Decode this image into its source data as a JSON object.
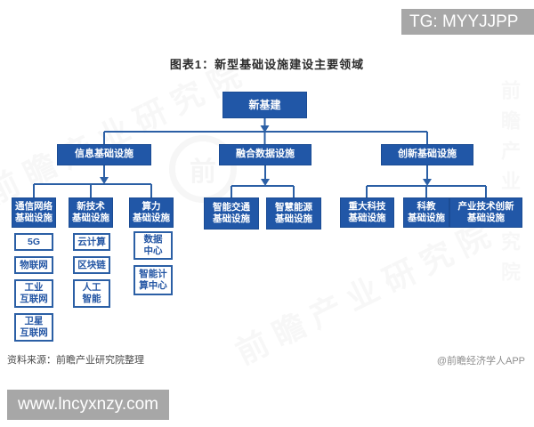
{
  "badge_top": {
    "text": "TG: MYYJJPP"
  },
  "badge_bottom": {
    "text": "www.lncyxnzy.com"
  },
  "title": "图表1：新型基础设施建设主要领域",
  "colors": {
    "node_blue": "#2157a7",
    "line_blue": "#2b5fa5",
    "leaf_border_blue": "#2b5fa5",
    "leaf_text_blue": "#2456a4",
    "badge_gray": "#a7a7a7"
  },
  "tree": {
    "root": {
      "label": "新基建"
    },
    "level2": [
      {
        "label": "信息基础设施"
      },
      {
        "label": "融合数据设施"
      },
      {
        "label": "创新基础设施"
      }
    ],
    "level3": {
      "info": [
        {
          "label": "通信网络\n基础设施"
        },
        {
          "label": "新技术\n基础设施"
        },
        {
          "label": "算力\n基础设施"
        }
      ],
      "fusion": [
        {
          "label": "智能交通\n基础设施"
        },
        {
          "label": "智慧能源\n基础设施"
        }
      ],
      "innovation": [
        {
          "label": "重大科技\n基础设施"
        },
        {
          "label": "科教\n基础设施"
        },
        {
          "label": "产业技术创新\n基础设施"
        }
      ]
    },
    "leaves": {
      "comm": [
        "5G",
        "物联网",
        "工业\n互联网",
        "卫星\n互联网"
      ],
      "newtech": [
        "云计算",
        "区块链",
        "人工\n智能"
      ],
      "computing": [
        "数据\n中心",
        "智能计\n算中心"
      ]
    }
  },
  "footer": {
    "source": "资料来源：前瞻产业研究院整理",
    "credit": "@前瞻经济学人APP"
  },
  "watermark": {
    "text": "前瞻产业研究院",
    "logo_char": "前"
  }
}
